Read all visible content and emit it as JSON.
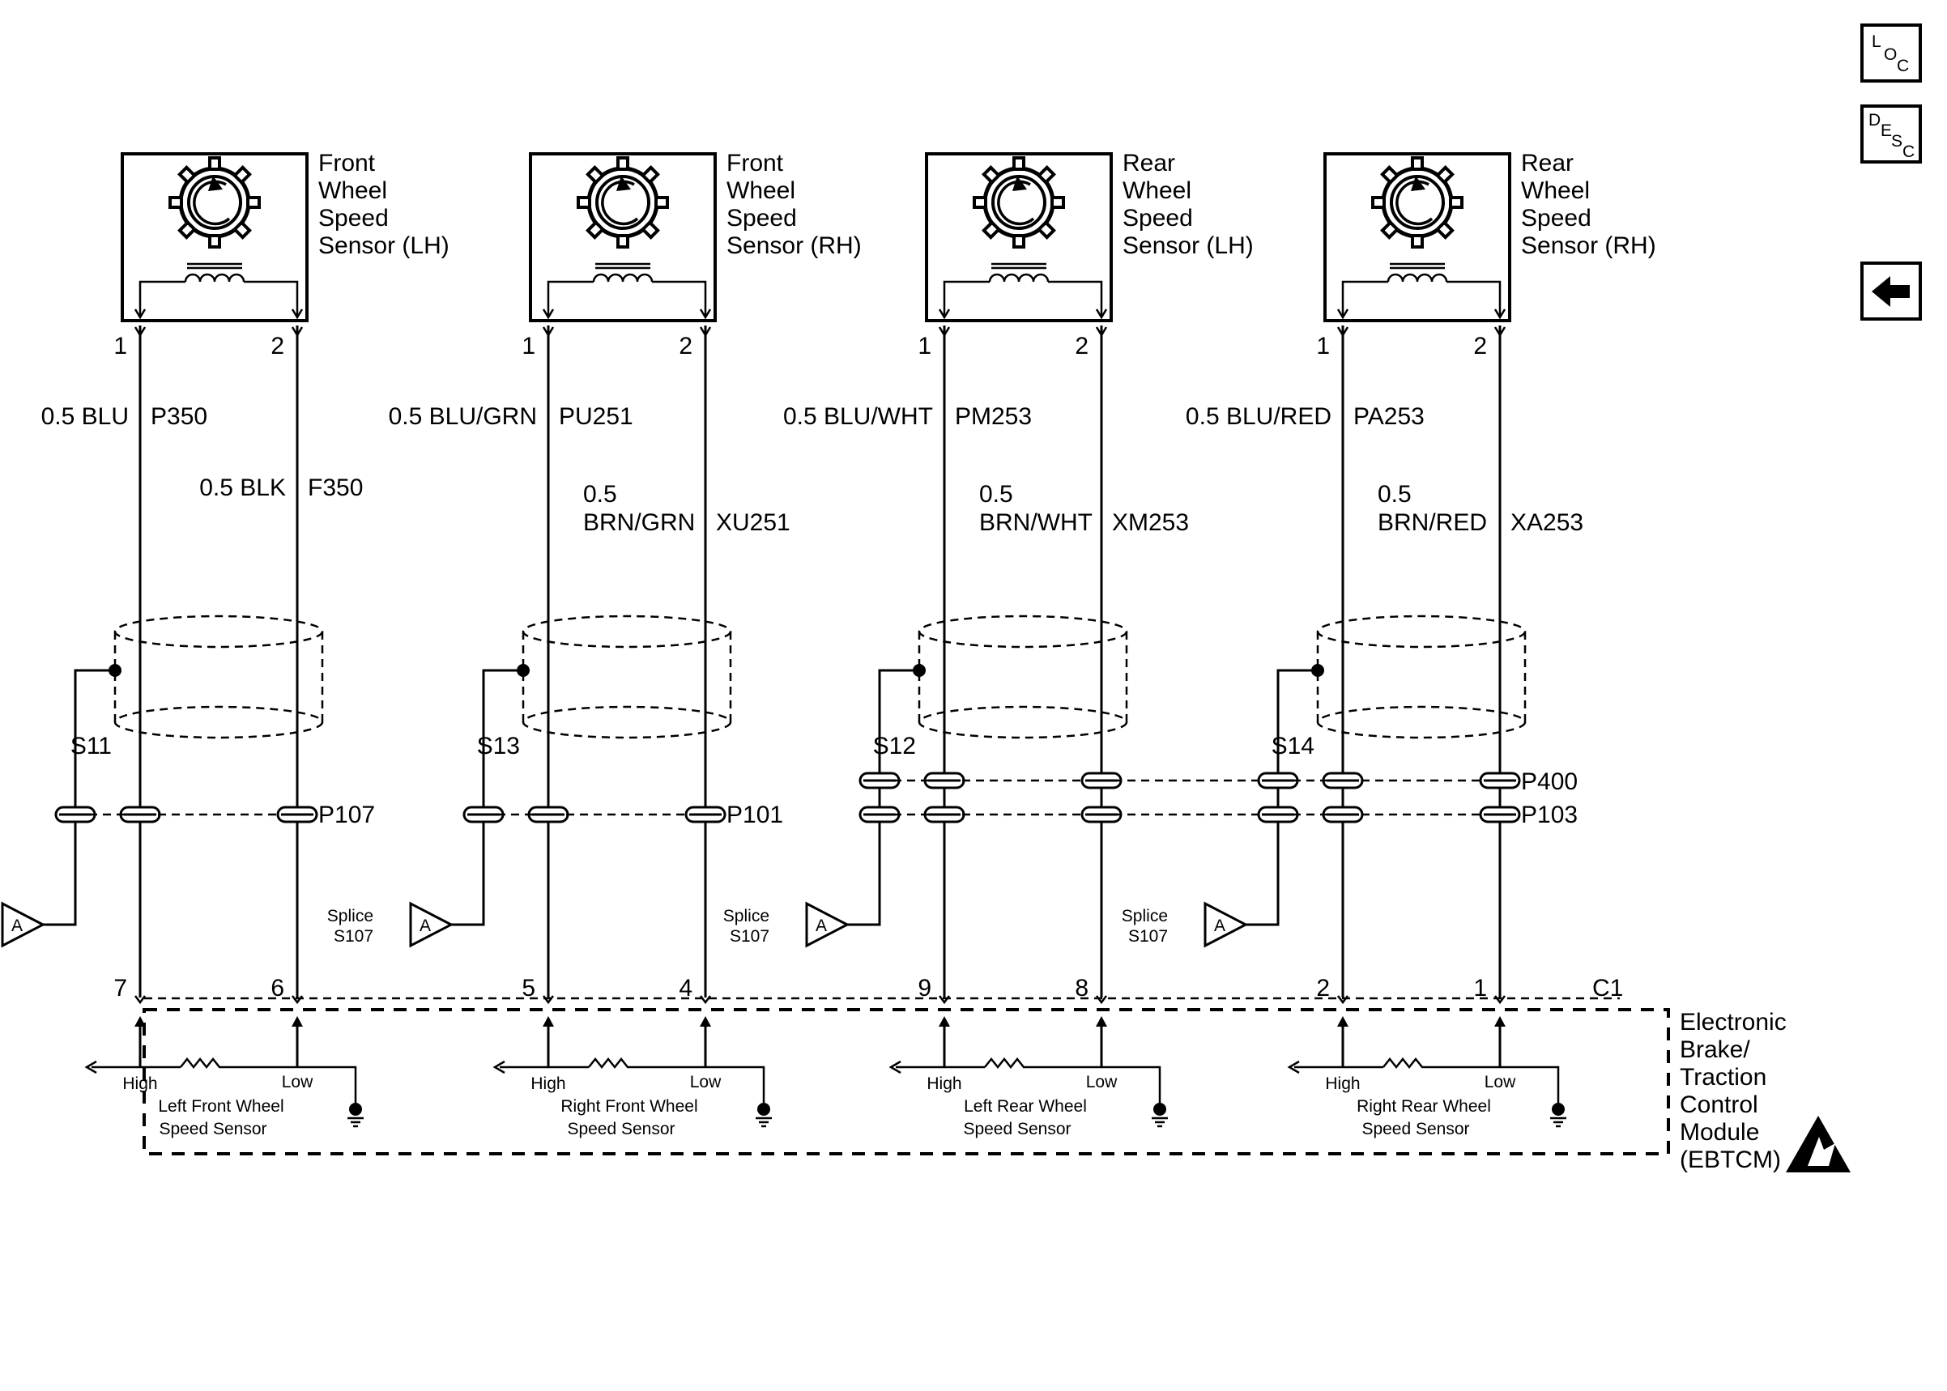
{
  "nav": {
    "loc_letters": [
      "L",
      "O",
      "C"
    ],
    "desc_letters": [
      "D",
      "E",
      "S",
      "C"
    ]
  },
  "sensors": [
    {
      "title": [
        "Front",
        "Wheel",
        "Speed",
        "Sensor (LH)"
      ],
      "pin1": "1",
      "pin2": "2",
      "high_wire": "0.5 BLU",
      "high_circuit": "P350",
      "low_wire": [
        "0.5 BLK"
      ],
      "low_circuit": "F350",
      "splice": "S11",
      "splice_ref": [
        "Splice",
        "S107"
      ],
      "splice_tag": "A",
      "ebtcm_high_pin": "7",
      "ebtcm_low_pin": "6",
      "high_label": "High",
      "low_label": "Low",
      "channel": [
        "Left Front Wheel",
        "Speed Sensor"
      ]
    },
    {
      "title": [
        "Front",
        "Wheel",
        "Speed",
        "Sensor (RH)"
      ],
      "pin1": "1",
      "pin2": "2",
      "high_wire": "0.5 BLU/GRN",
      "high_circuit": "PU251",
      "low_wire": [
        "0.5",
        "BRN/GRN"
      ],
      "low_circuit": "XU251",
      "splice": "S13",
      "splice_ref": [
        "Splice",
        "S107"
      ],
      "splice_tag": "A",
      "ebtcm_high_pin": "5",
      "ebtcm_low_pin": "4",
      "high_label": "High",
      "low_label": "Low",
      "channel": [
        "Right Front Wheel",
        "Speed Sensor"
      ]
    },
    {
      "title": [
        "Rear",
        "Wheel",
        "Speed",
        "Sensor (LH)"
      ],
      "pin1": "1",
      "pin2": "2",
      "high_wire": "0.5 BLU/WHT",
      "high_circuit": "PM253",
      "low_wire": [
        "0.5",
        "BRN/WHT"
      ],
      "low_circuit": "XM253",
      "splice": "S12",
      "splice_ref": [
        "Splice",
        "S107"
      ],
      "splice_tag": "A",
      "ebtcm_high_pin": "9",
      "ebtcm_low_pin": "8",
      "high_label": "High",
      "low_label": "Low",
      "channel": [
        "Left Rear Wheel",
        "Speed Sensor"
      ]
    },
    {
      "title": [
        "Rear",
        "Wheel",
        "Speed",
        "Sensor (RH)"
      ],
      "pin1": "1",
      "pin2": "2",
      "high_wire": "0.5 BLU/RED",
      "high_circuit": "PA253",
      "low_wire": [
        "0.5",
        "BRN/RED"
      ],
      "low_circuit": "XA253",
      "splice": "S14",
      "splice_ref": [
        "Splice",
        "S107"
      ],
      "splice_tag": "A",
      "ebtcm_high_pin": "2",
      "ebtcm_low_pin": "1",
      "high_label": "High",
      "low_label": "Low",
      "channel": [
        "Right Rear Wheel",
        "Speed Sensor"
      ]
    }
  ],
  "connectors": {
    "front_left": "P107",
    "front_right": "P101",
    "rear_upper": "P400",
    "rear_lower": "P103",
    "module_connector": "C1"
  },
  "module": {
    "name": [
      "Electronic",
      "Brake/",
      "Traction",
      "Control",
      "Module",
      "(EBTCM)"
    ]
  }
}
